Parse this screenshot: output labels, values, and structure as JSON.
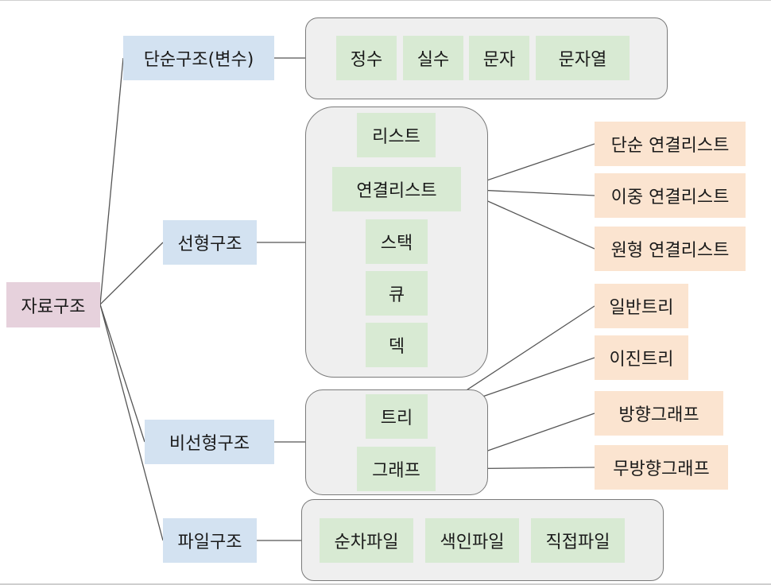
{
  "colors": {
    "root": "#e6d1dc",
    "category": "#d3e2f1",
    "item": "#d8ead3",
    "leaf": "#fbe4d0",
    "group_fill": "#efefef",
    "group_border": "#7a7a7a",
    "connector": "#555555"
  },
  "root": {
    "label": "자료구조"
  },
  "categories": {
    "simple": {
      "label": "단순구조(변수)"
    },
    "linear": {
      "label": "선형구조"
    },
    "nonlinear": {
      "label": "비선형구조"
    },
    "file": {
      "label": "파일구조"
    }
  },
  "simple_items": {
    "integer": "정수",
    "real": "실수",
    "char": "문자",
    "string": "문자열"
  },
  "linear_items": {
    "list": "리스트",
    "linked_list": "연결리스트",
    "stack": "스택",
    "queue": "큐",
    "deque": "덱"
  },
  "linked_list_types": {
    "singly": "단순 연결리스트",
    "doubly": "이중 연결리스트",
    "circular": "원형 연결리스트"
  },
  "nonlinear_items": {
    "tree": "트리",
    "graph": "그래프"
  },
  "tree_types": {
    "general": "일반트리",
    "binary": "이진트리"
  },
  "graph_types": {
    "directed": "방향그래프",
    "undirected": "무방향그래프"
  },
  "file_items": {
    "sequential": "순차파일",
    "indexed": "색인파일",
    "direct": "직접파일"
  }
}
